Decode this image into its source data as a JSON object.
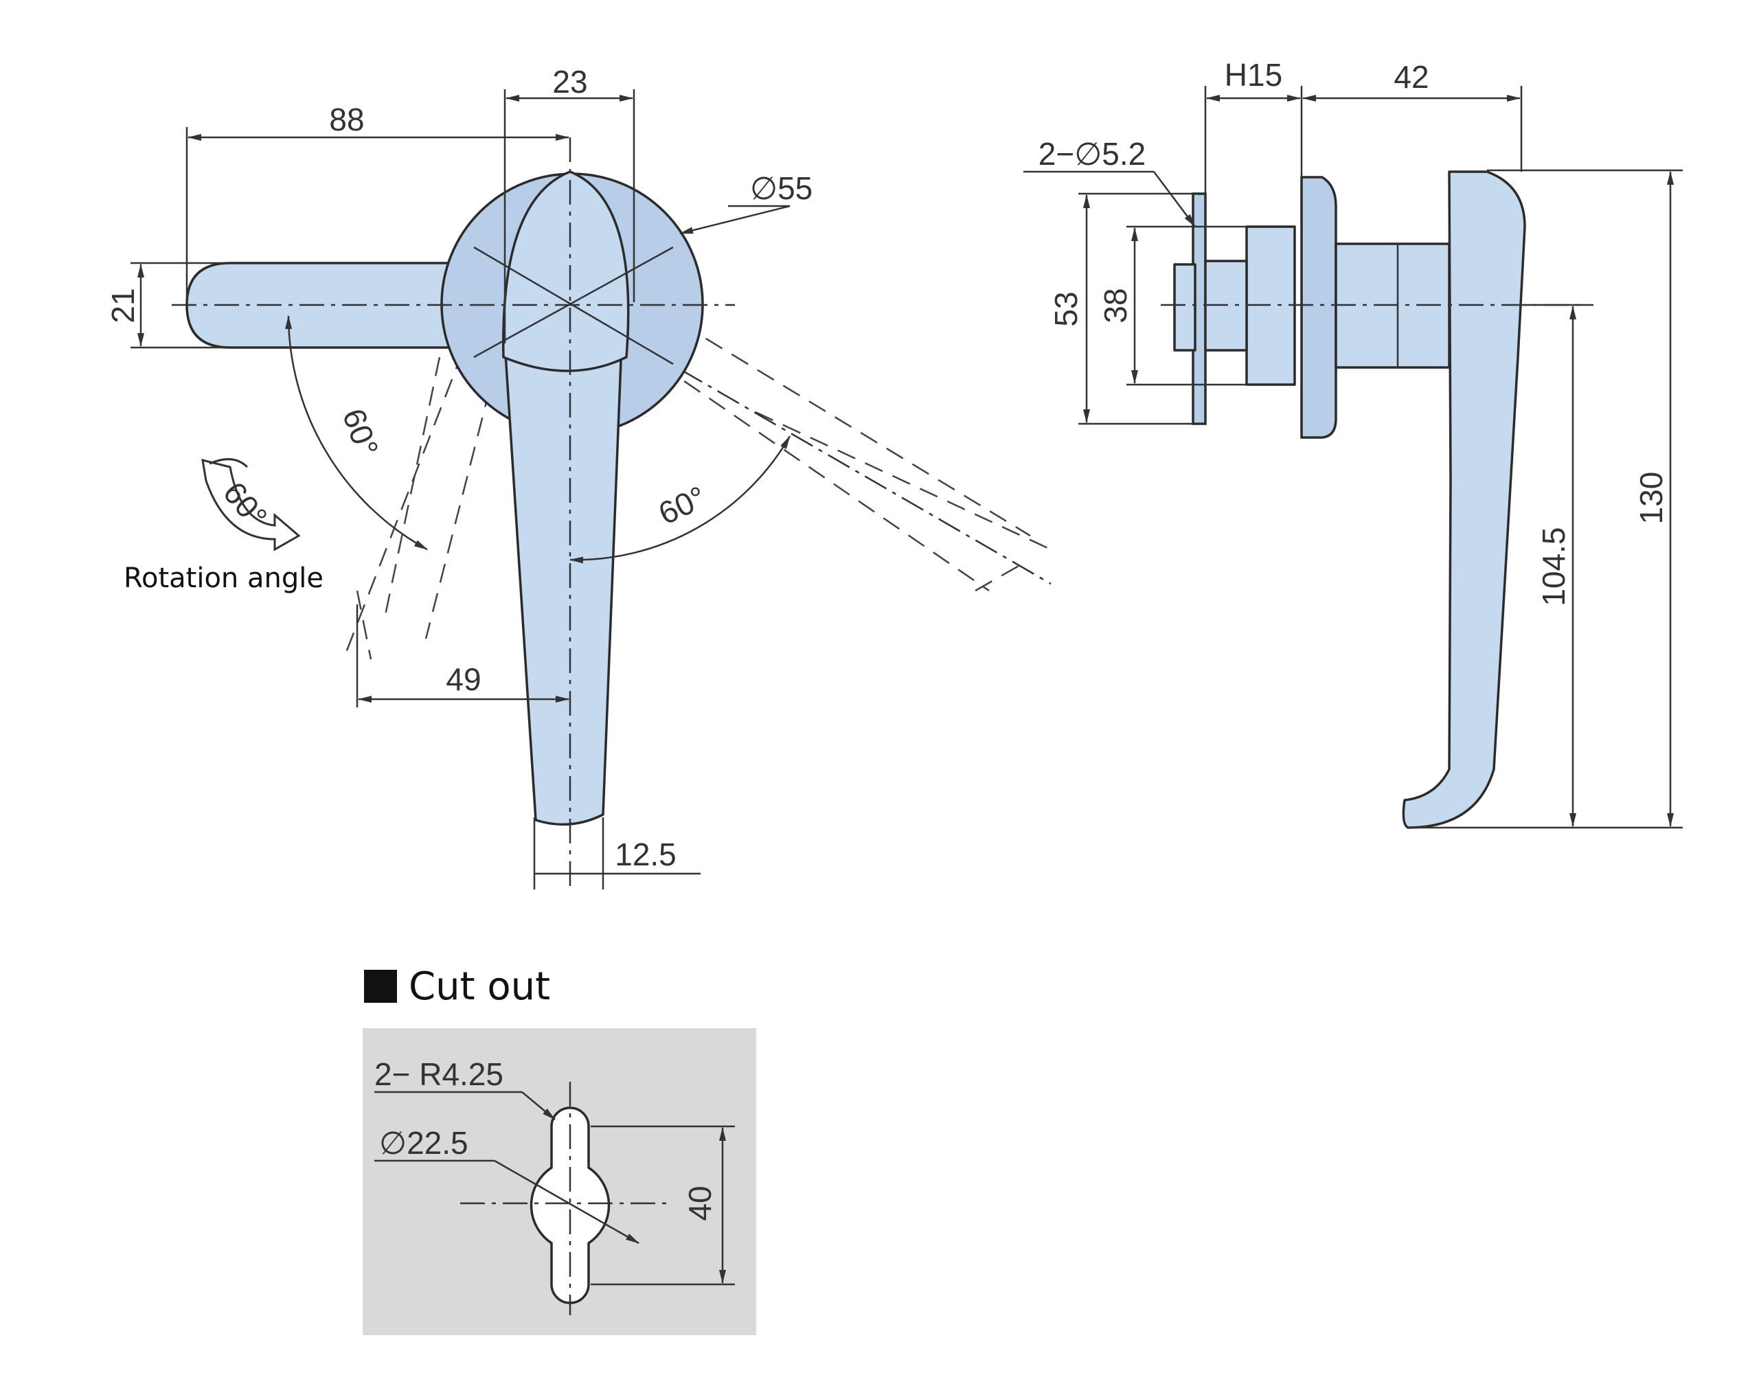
{
  "front_view": {
    "dims": {
      "d88": "88",
      "d23": "23",
      "d55": "∅55",
      "d21": "21",
      "a60_left": "60°",
      "a60_right": "60°",
      "d49": "49",
      "d12_5": "12.5"
    },
    "rotation_icon_text": "60°",
    "rotation_label": "Rotation angle"
  },
  "side_view": {
    "dims": {
      "h15": "H15",
      "d42": "42",
      "holes": "2−∅5.2",
      "d53": "53",
      "d38": "38",
      "d130": "130",
      "d104_5": "104.5"
    }
  },
  "cutout": {
    "title": "Cut out",
    "dims": {
      "r": "2− R4.25",
      "dia": "∅22.5",
      "d40": "40"
    }
  },
  "colors": {
    "part_fill": "#c5d9ef",
    "cutout_panel": "#d9d9d9"
  }
}
